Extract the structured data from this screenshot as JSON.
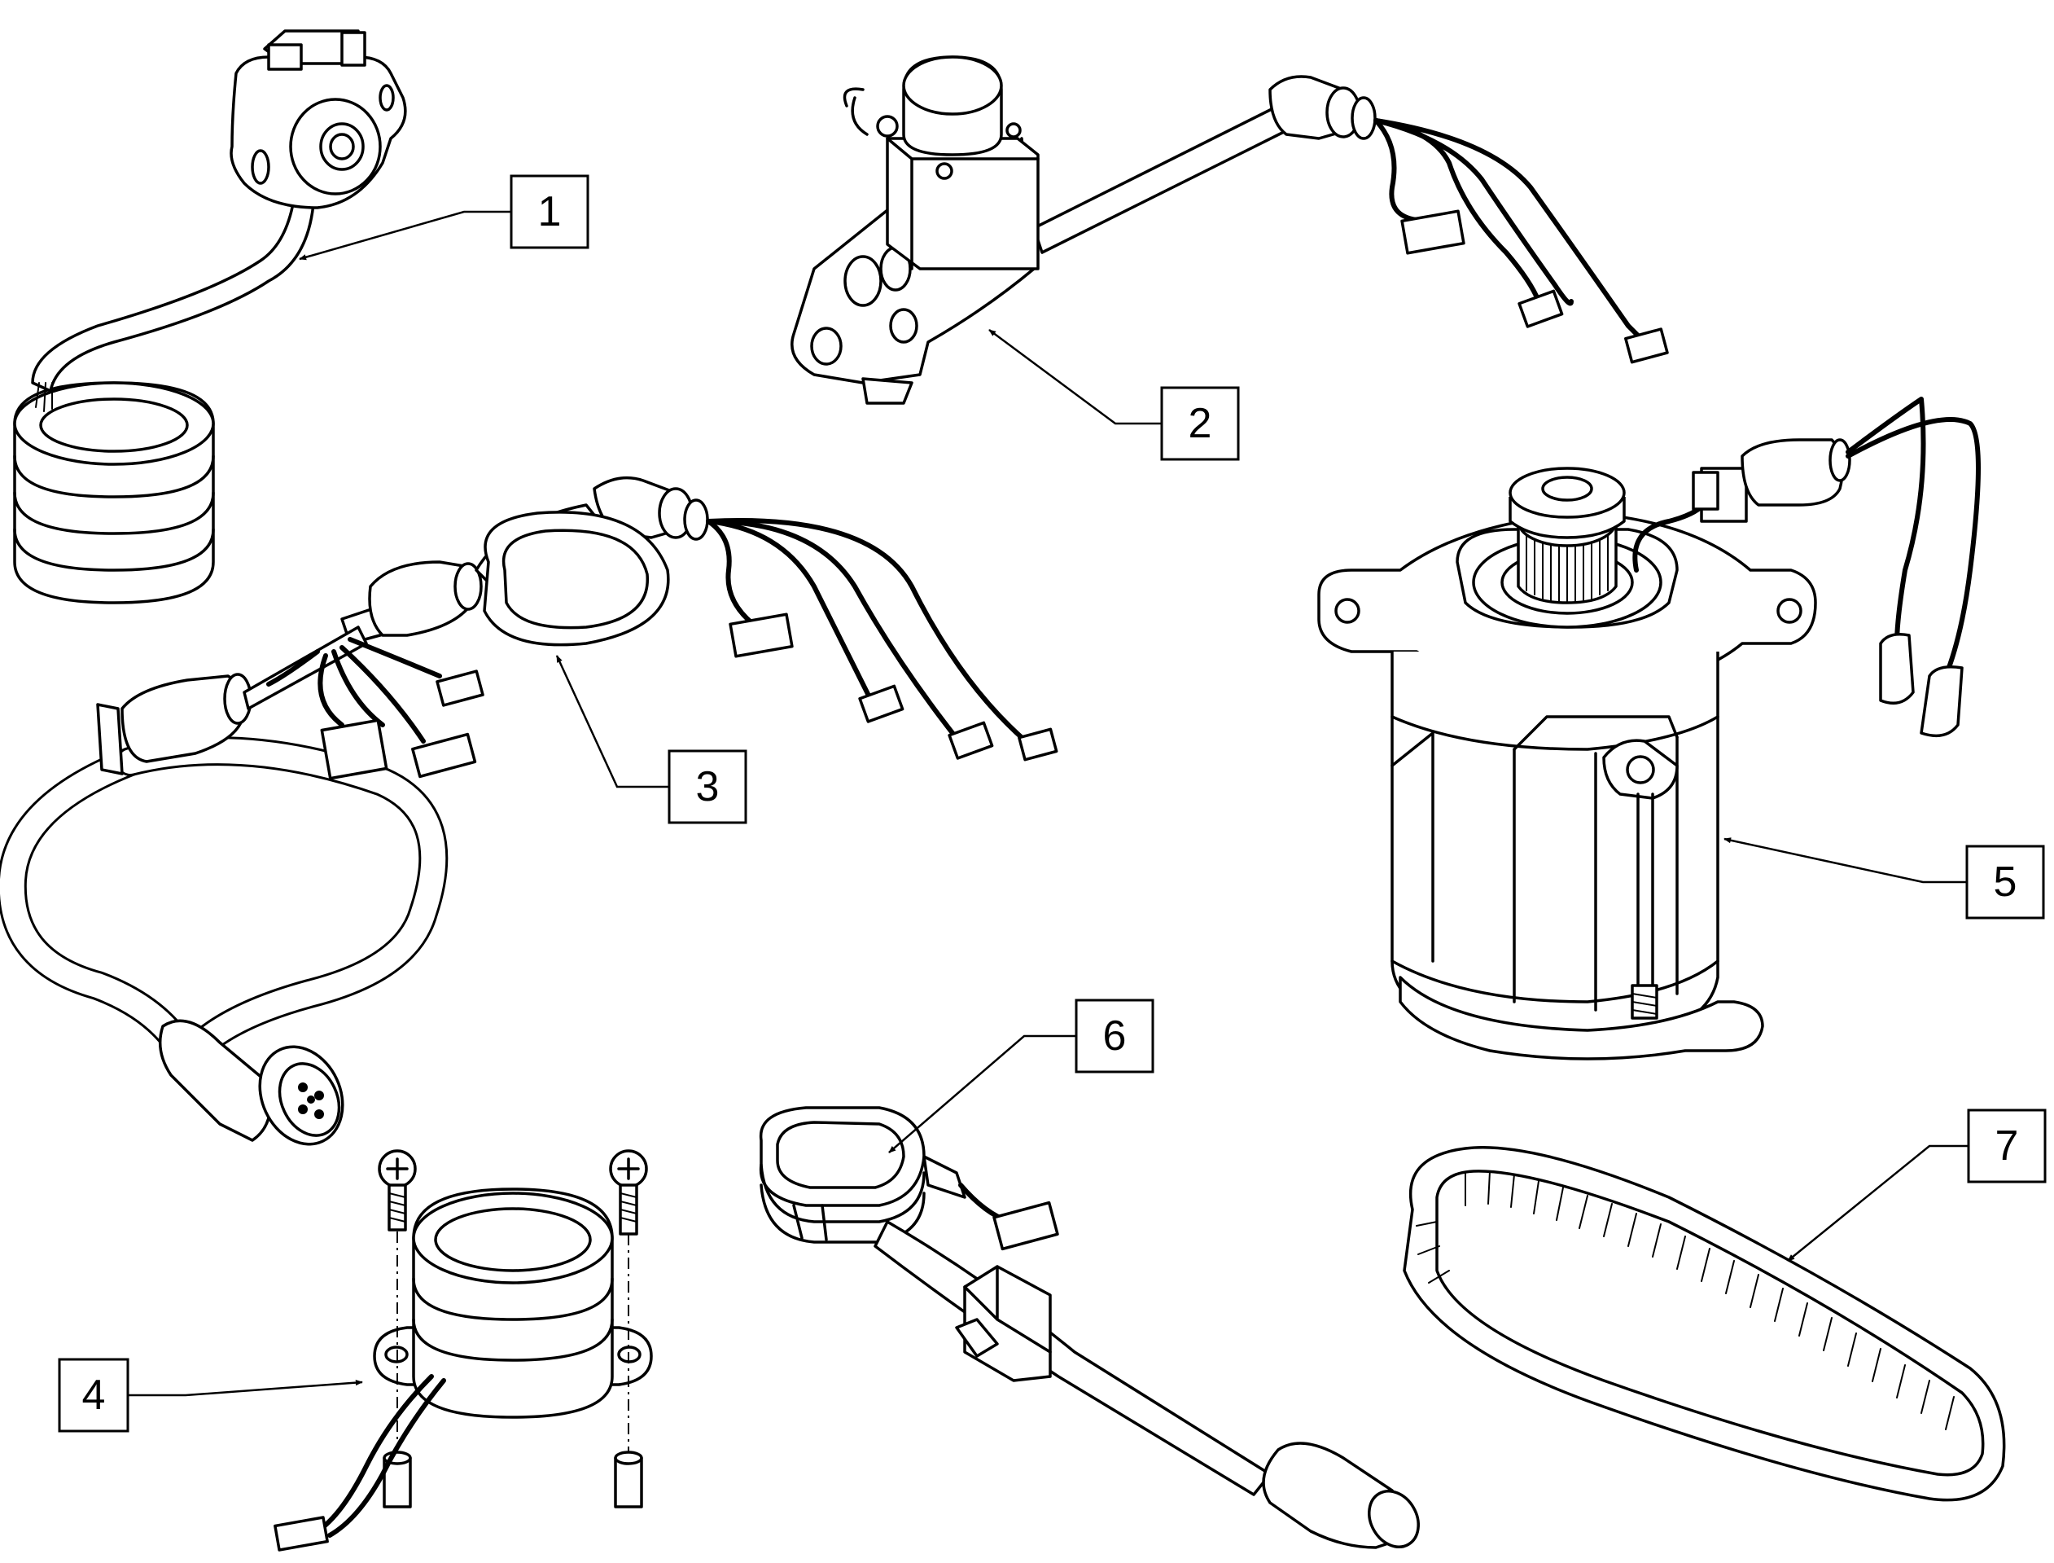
{
  "callouts": [
    {
      "id": "1",
      "label": "1"
    },
    {
      "id": "2",
      "label": "2"
    },
    {
      "id": "3",
      "label": "3"
    },
    {
      "id": "4",
      "label": "4"
    },
    {
      "id": "5",
      "label": "5"
    },
    {
      "id": "6",
      "label": "6"
    },
    {
      "id": "7",
      "label": "7"
    }
  ],
  "style": {
    "line_color": "#000000",
    "background": "#ffffff"
  }
}
